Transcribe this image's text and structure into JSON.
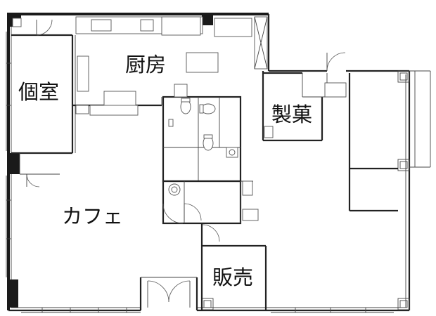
{
  "rooms": {
    "kitchen": "厨房",
    "private_room": "個室",
    "confectionery": "製菓",
    "cafe": "カフェ",
    "sales": "販売"
  }
}
